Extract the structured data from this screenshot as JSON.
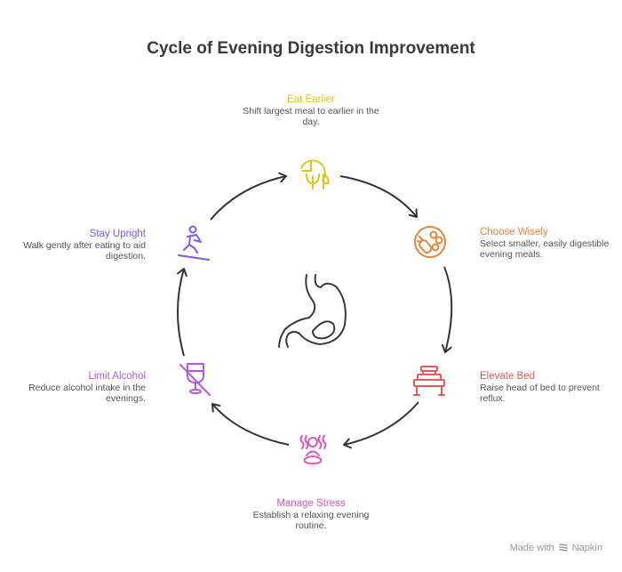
{
  "title": "Cycle of Evening Digestion Improvement",
  "steps": [
    {
      "name": "Eat Earlier",
      "description": "Shift largest meal to earlier in the day.",
      "color": "#e2c514",
      "icon": "clock-utensils-icon"
    },
    {
      "name": "Choose Wisely",
      "description": "Select smaller, easily digestible evening meals.",
      "color": "#e8843a",
      "icon": "vegetables-icon"
    },
    {
      "name": "Elevate Bed",
      "description": "Raise head of bed to prevent reflux.",
      "color": "#e85a5a",
      "icon": "bed-icon"
    },
    {
      "name": "Manage Stress",
      "description": "Establish a relaxing evening routine.",
      "color": "#e056b8",
      "icon": "meditation-icon"
    },
    {
      "name": "Limit Alcohol",
      "description": "Reduce alcohol intake in the evenings.",
      "color": "#b35ae0",
      "icon": "no-alcohol-icon"
    },
    {
      "name": "Stay Upright",
      "description": "Walk gently after eating to aid digestion.",
      "color": "#7a5ae8",
      "icon": "walking-icon"
    }
  ],
  "center_icon": "stomach-icon",
  "footer": {
    "text": "Made with",
    "brand": "Napkin"
  }
}
